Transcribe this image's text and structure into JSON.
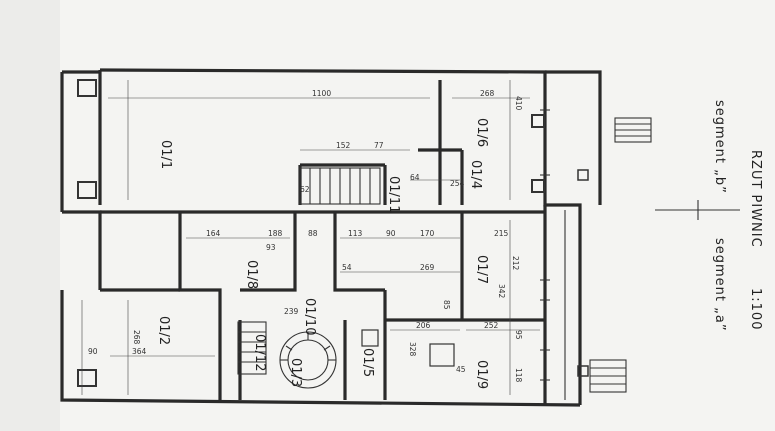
{
  "title": {
    "main": "RZUT PIWNIC",
    "scale": "1:100",
    "segment_b": "segment „b”",
    "segment_a": "segment „a”"
  },
  "rooms": {
    "r011": "01/1",
    "r012": "01/2",
    "r013": "01/3",
    "r014": "01/4",
    "r015": "01/5",
    "r016": "01/6",
    "r017": "01/7",
    "r018": "01/8",
    "r019": "01/9",
    "r0110": "01/10",
    "r0111": "01/11",
    "r0112": "01/12"
  },
  "dims": {
    "d1100": "1100",
    "d268a": "268",
    "d410": "410",
    "d152": "152",
    "d77": "77",
    "d164": "164",
    "d188": "188",
    "d88": "88",
    "d113": "113",
    "d90a": "90",
    "d170": "170",
    "d215": "215",
    "d212": "212",
    "d269": "269",
    "d342": "342",
    "d206": "206",
    "d252": "252",
    "d95": "95",
    "d328": "328",
    "d118": "118",
    "d364": "364",
    "d268b": "268",
    "d90b": "90",
    "d64": "64",
    "d254": "254",
    "d45": "45",
    "d85": "85",
    "d93": "93",
    "d54": "54",
    "d62": "62",
    "d239": "239"
  }
}
